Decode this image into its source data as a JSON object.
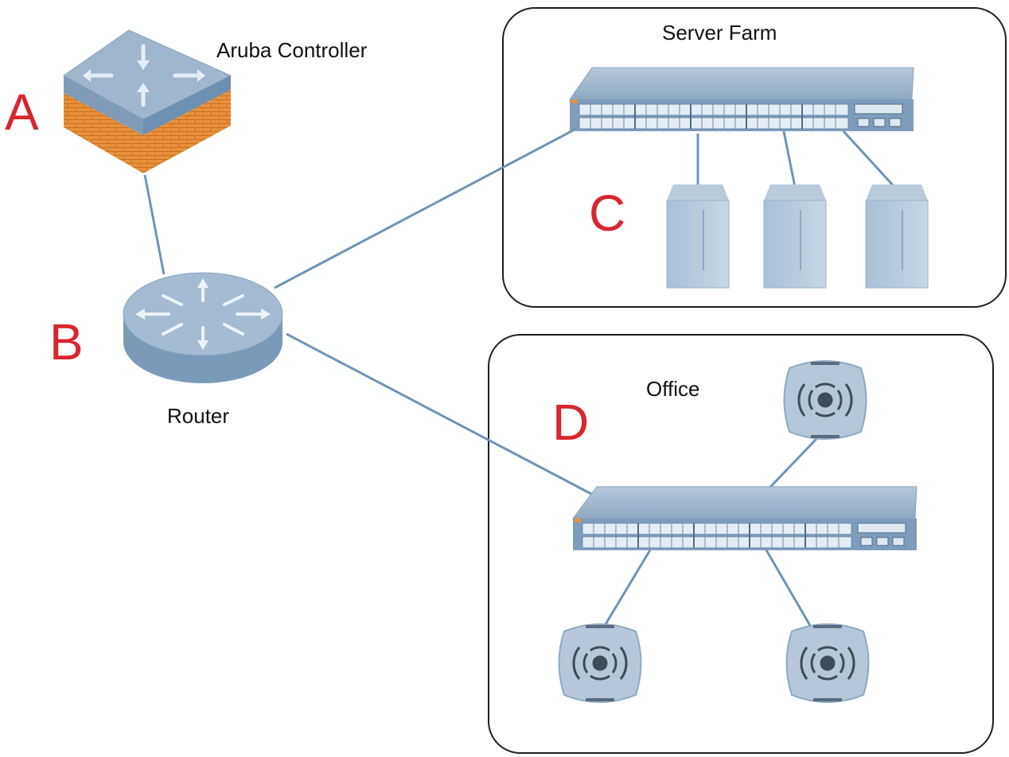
{
  "colors": {
    "line": "#6f93b8",
    "marker": "#d8262c",
    "device_top": "#9fb6cd",
    "device_side": "#7d9bbb",
    "brick": "#e88b35"
  },
  "labels": {
    "controller": "Aruba Controller",
    "router": "Router",
    "server_farm": "Server Farm",
    "office": "Office"
  },
  "markers": {
    "a": "A",
    "b": "B",
    "c": "C",
    "d": "D"
  },
  "devices": {
    "controller": "controller-icon",
    "router": "router-icon",
    "switch": "switch-icon",
    "server": "server-icon",
    "access_point": "access-point-icon"
  }
}
